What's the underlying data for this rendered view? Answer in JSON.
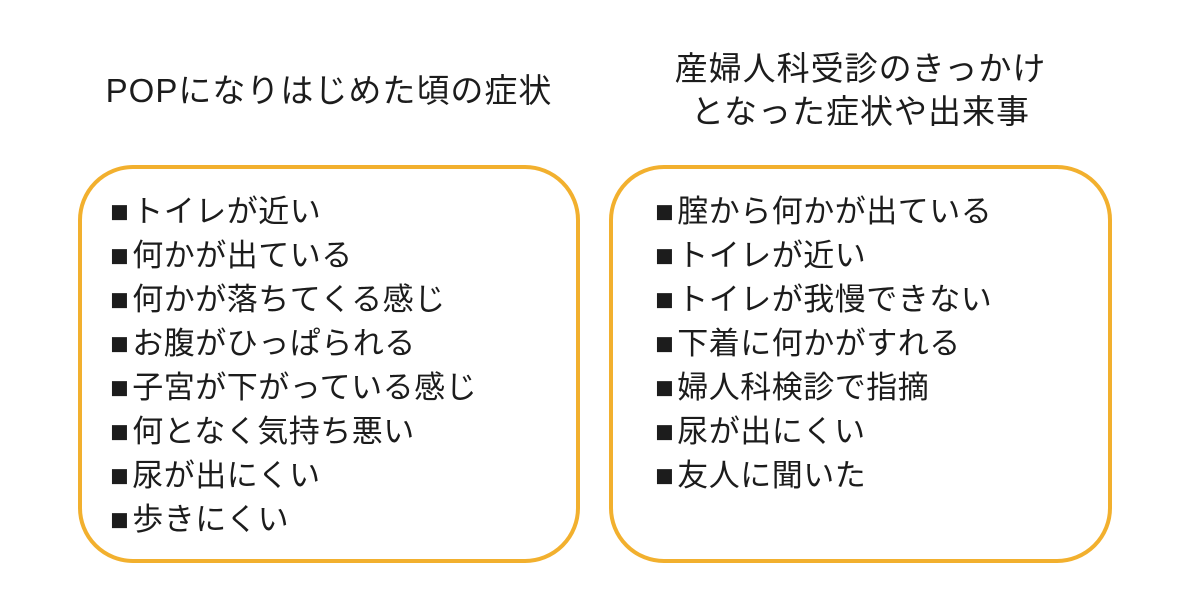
{
  "slide": {
    "background": "#ffffff",
    "accent_color": "#F2B02E",
    "text_color": "#1c1c1c",
    "bullet_glyph": "■"
  },
  "panels": [
    {
      "name": "pop-onset-symptoms",
      "title_lines": [
        "POPになりはじめた頃の症状"
      ],
      "items": [
        "トイレが近い",
        "何かが出ている",
        "何かが落ちてくる感じ",
        "お腹がひっぱられる",
        "子宮が下がっている感じ",
        "何となく気持ち悪い",
        "尿が出にくい",
        "歩きにくい"
      ]
    },
    {
      "name": "gynecology-visit-triggers",
      "title_lines": [
        "産婦人科受診のきっかけ",
        "となった症状や出来事"
      ],
      "items": [
        "腟から何かが出ている",
        "トイレが近い",
        "トイレが我慢できない",
        "下着に何かがすれる",
        "婦人科検診で指摘",
        "尿が出にくい",
        "友人に聞いた"
      ]
    }
  ]
}
